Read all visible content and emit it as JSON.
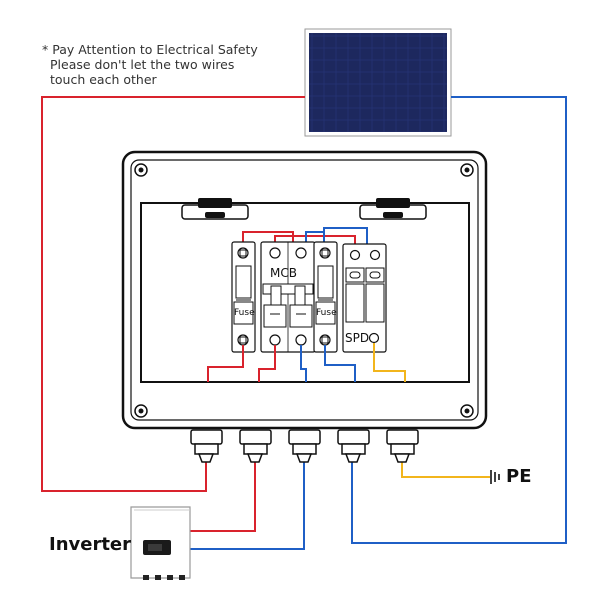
{
  "note": {
    "line1": "* Pay Attention to Electrical Safety",
    "line2": "Please don't let the two wires",
    "line3": "touch each other"
  },
  "labels": {
    "inverter": "Inverter",
    "pe": "PE",
    "mcb": "MCB",
    "fuse": "Fuse",
    "spd": "SPD"
  },
  "colors": {
    "positive_wire": "#d9232d",
    "negative_wire": "#1f5fc6",
    "ground_wire": "#f2b51c",
    "solar_cell": "#1f2b63",
    "outline": "#111111"
  }
}
